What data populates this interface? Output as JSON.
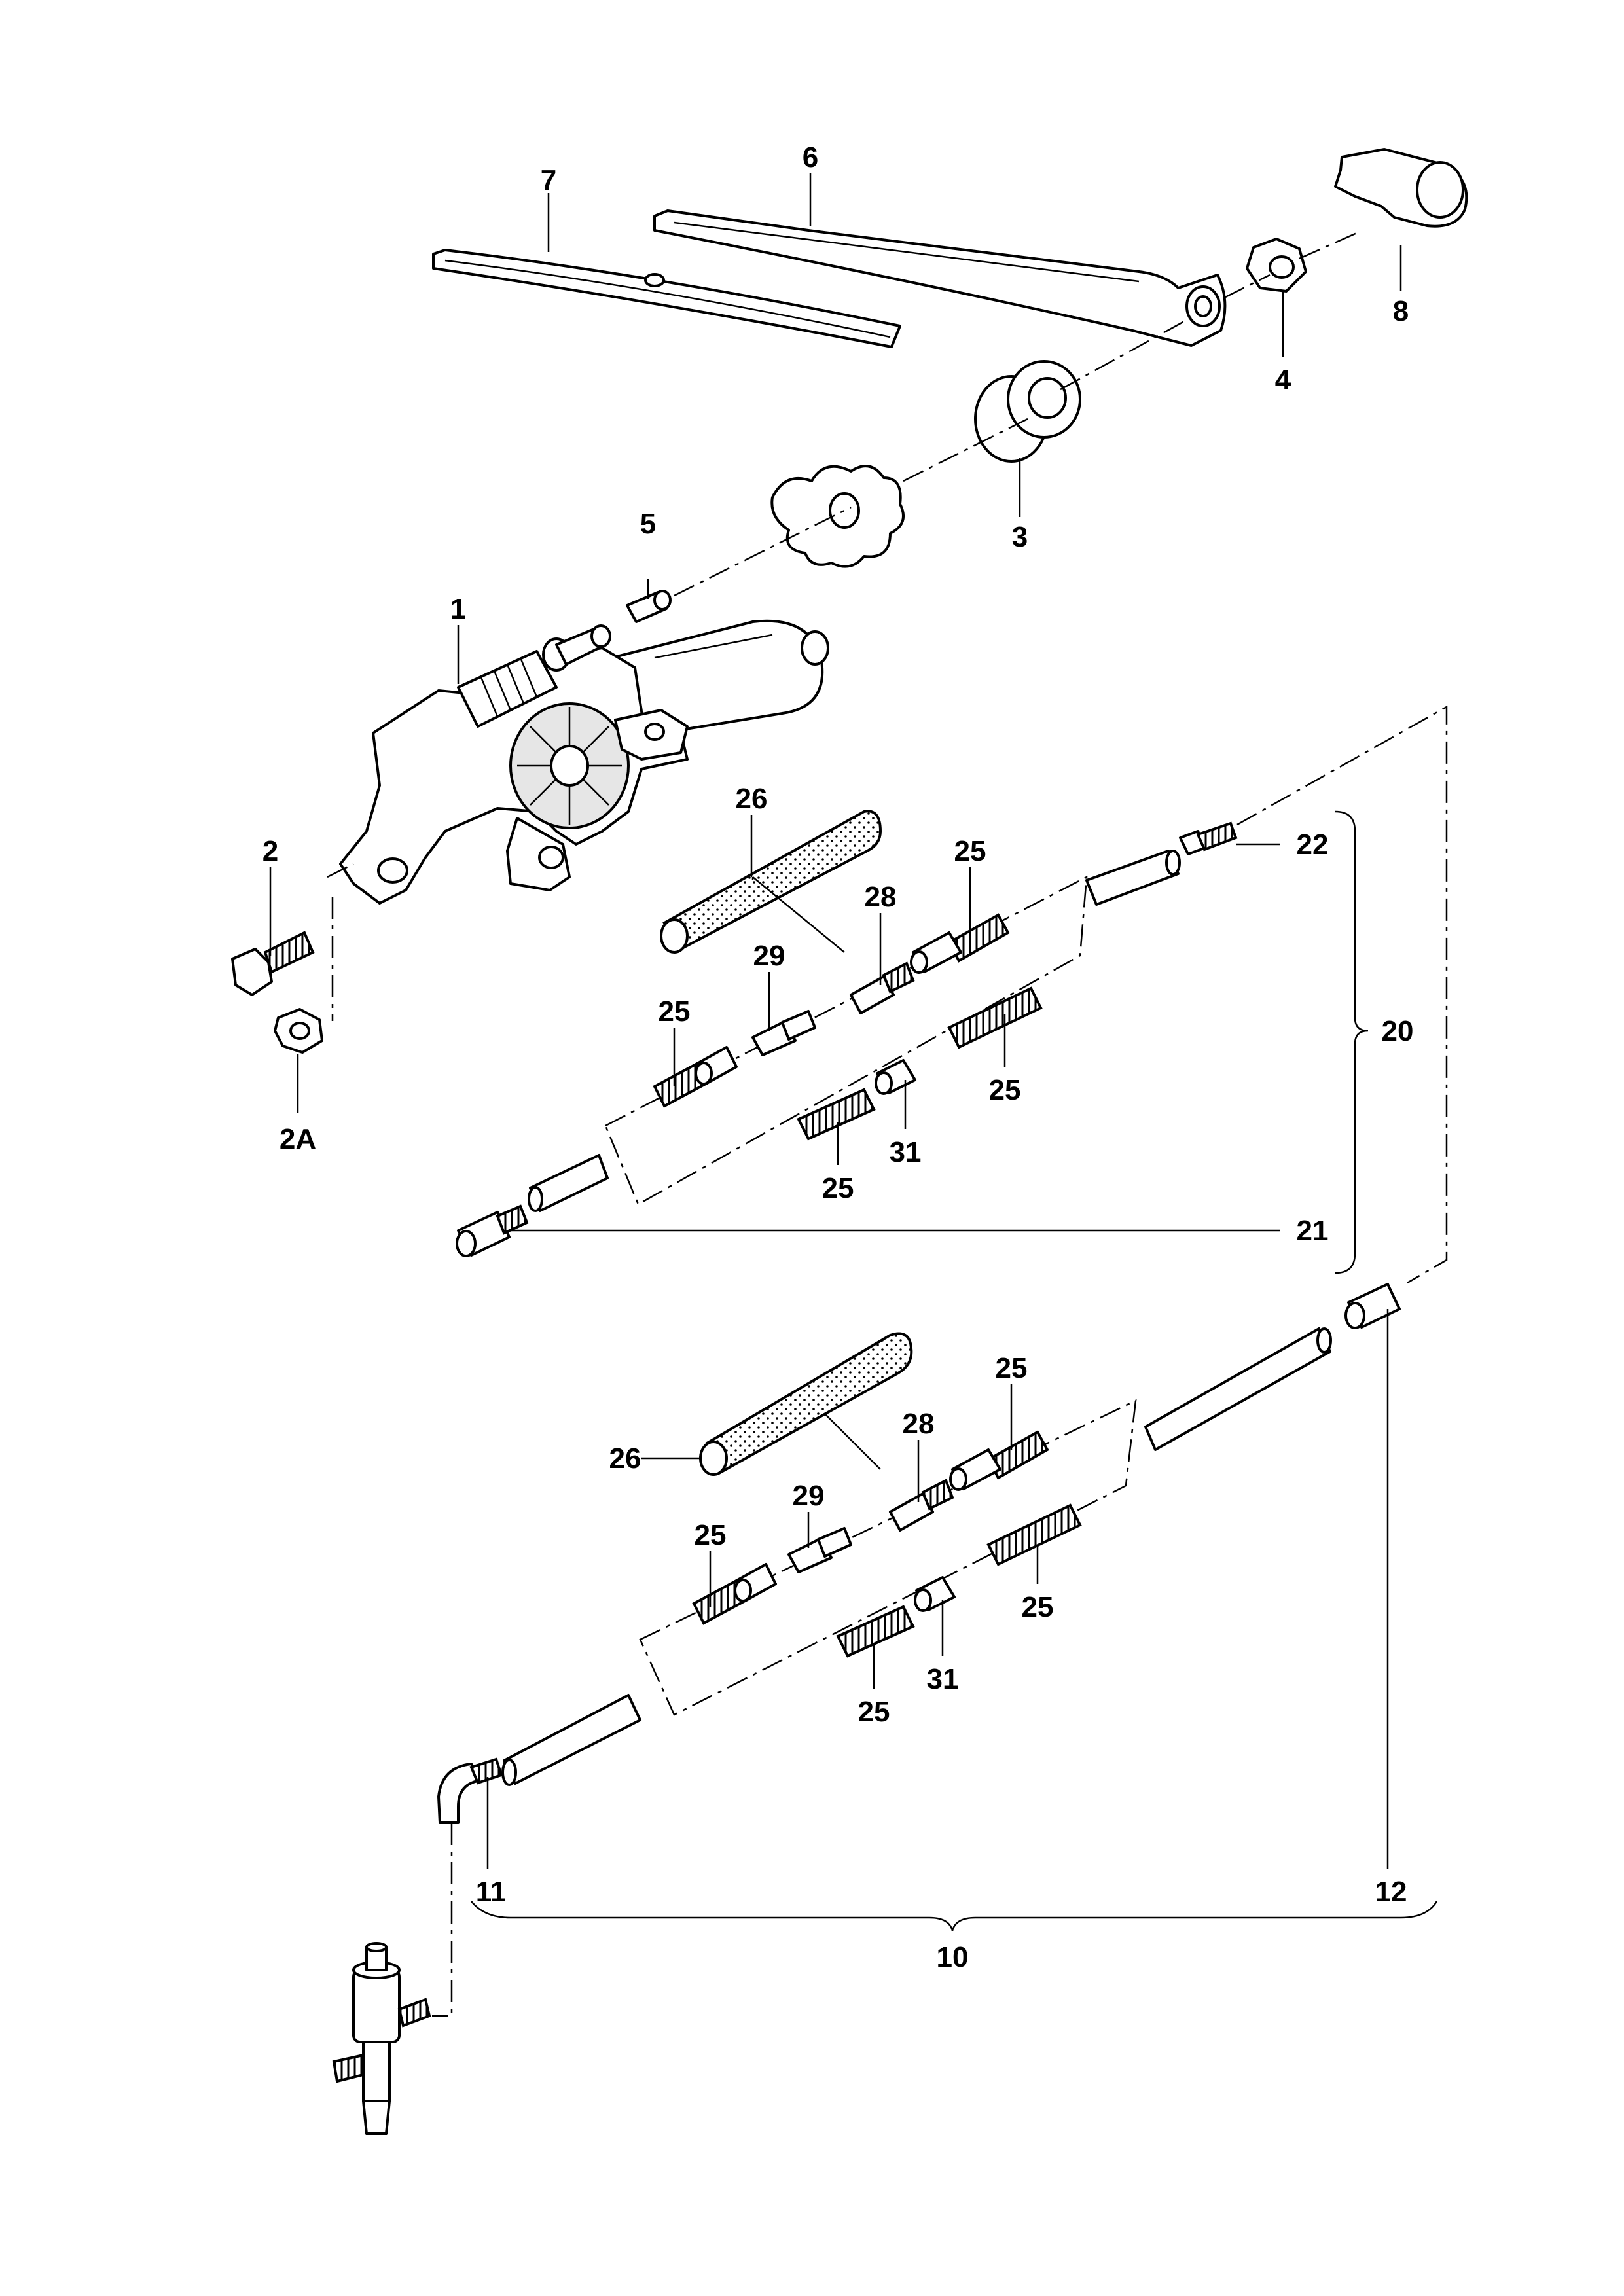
{
  "diagram": {
    "callouts": {
      "c1": "1",
      "c2": "2",
      "c2a": "2A",
      "c3": "3",
      "c4": "4",
      "c5": "5",
      "c6": "6",
      "c7": "7",
      "c8": "8",
      "c10": "10",
      "c11": "11",
      "c12": "12",
      "c20": "20",
      "c21": "21",
      "c22": "22",
      "u26": "26",
      "u28": "28",
      "u29": "29",
      "u25a": "25",
      "u25b": "25",
      "u25c": "25",
      "u25d": "25",
      "u31": "31",
      "l26": "26",
      "l28": "28",
      "l29": "29",
      "l25a": "25",
      "l25b": "25",
      "l25c": "25",
      "l25d": "25",
      "l31": "31"
    },
    "colors": {
      "line": "#000000",
      "background": "#ffffff",
      "shade": "#e6e6e6"
    }
  }
}
